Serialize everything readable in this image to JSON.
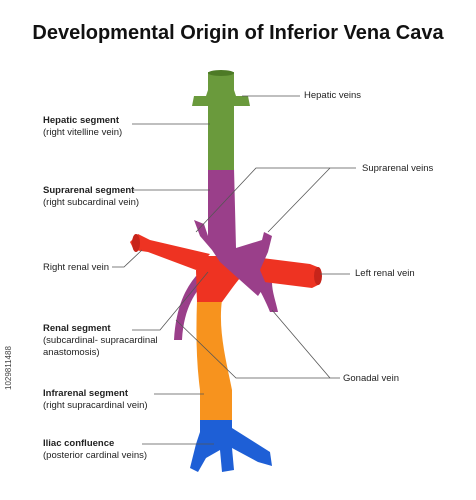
{
  "title": "Developmental Origin of Inferior Vena Cava",
  "labels_left": [
    {
      "title": "Hepatic segment",
      "sub": [
        "(right vitelline vein)"
      ]
    },
    {
      "title": "Suprarenal segment",
      "sub": [
        "(right subcardinal vein)"
      ]
    },
    {
      "title": "",
      "sub": [
        "Right renal vein"
      ]
    },
    {
      "title": "Renal segment",
      "sub": [
        "(subcardinal- supracardinal",
        "anastomosis)"
      ]
    },
    {
      "title": "Infrarenal segment",
      "sub": [
        "(right supracardinal vein)"
      ]
    },
    {
      "title": "Iliac confluence",
      "sub": [
        "(posterior cardinal veins)"
      ]
    }
  ],
  "labels_right": {
    "hepatic_veins": "Hepatic veins",
    "suprarenal_veins": "Suprarenal veins",
    "left_renal_vein": "Left renal vein",
    "gonadal_vein": "Gonadal vein"
  },
  "watermark": "1029811488",
  "colors": {
    "hepatic": "#6a9a3c",
    "suprarenal": "#9a3f8a",
    "renal": "#ee3322",
    "infrarenal": "#f7931e",
    "iliac": "#1e5fd6",
    "leader": "#555555"
  }
}
